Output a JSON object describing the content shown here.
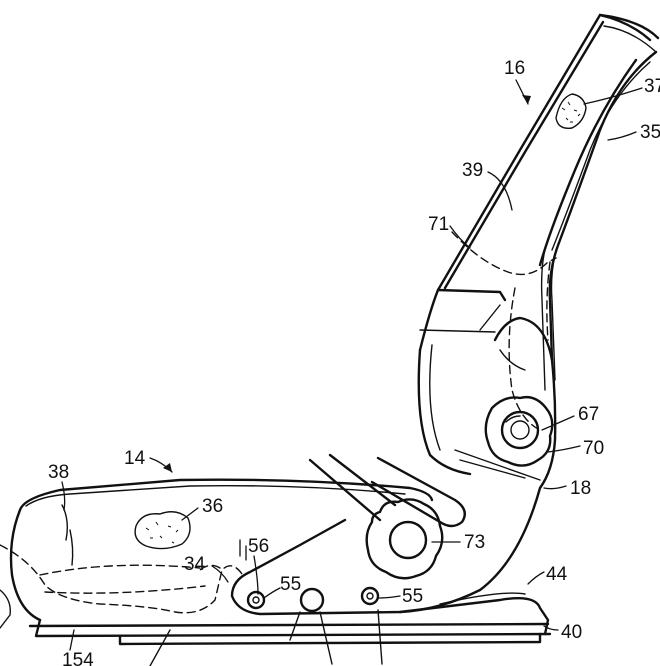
{
  "labels": {
    "l16": "16",
    "l37": "37",
    "l35": "35",
    "l39": "39",
    "l71": "71",
    "l67": "67",
    "l70": "70",
    "l18": "18",
    "l14": "14",
    "l38": "38",
    "l36": "36",
    "l56": "56",
    "l34": "34",
    "l55a": "55",
    "l55b": "55",
    "l73": "73",
    "l44": "44",
    "l40": "40",
    "l154": "154"
  }
}
